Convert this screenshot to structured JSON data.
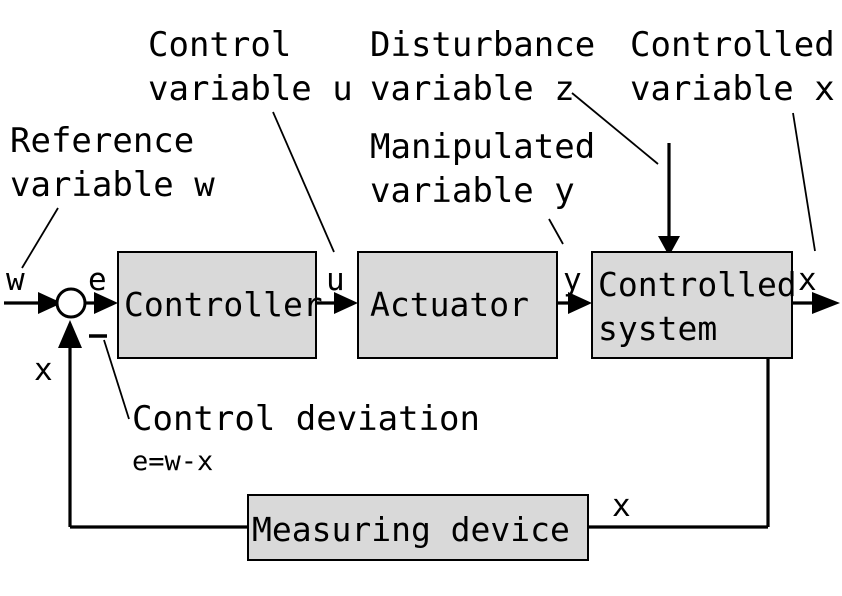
{
  "diagram": {
    "title": "Closed-loop control system block diagram",
    "colors": {
      "block_fill": "#d9d9d9",
      "block_stroke": "#000000",
      "wire": "#000000",
      "background": "#ffffff"
    },
    "blocks": [
      {
        "id": "controller",
        "label": "Controller",
        "label_line2": ""
      },
      {
        "id": "actuator",
        "label": "Actuator",
        "label_line2": ""
      },
      {
        "id": "controlled-system",
        "label": "Controlled",
        "label_line2": "system"
      },
      {
        "id": "measuring-device",
        "label": "Measuring device",
        "label_line2": ""
      }
    ],
    "annotations": [
      {
        "id": "reference",
        "line1": "Reference",
        "line2": "variable w"
      },
      {
        "id": "control",
        "line1": "Control",
        "line2": "variable u"
      },
      {
        "id": "disturbance",
        "line1": "Disturbance",
        "line2": "variable z"
      },
      {
        "id": "controlled",
        "line1": "Controlled",
        "line2": "variable x"
      },
      {
        "id": "manipulated",
        "line1": "Manipulated",
        "line2": "variable y"
      },
      {
        "id": "deviation",
        "line1": "Control deviation",
        "line2": "e=w-x"
      }
    ],
    "signals": {
      "w": "w",
      "e": "e",
      "u": "u",
      "y": "y",
      "x_out": "x",
      "x_feedback_left": "x",
      "x_feedback_bottom": "x",
      "minus": "−"
    }
  }
}
